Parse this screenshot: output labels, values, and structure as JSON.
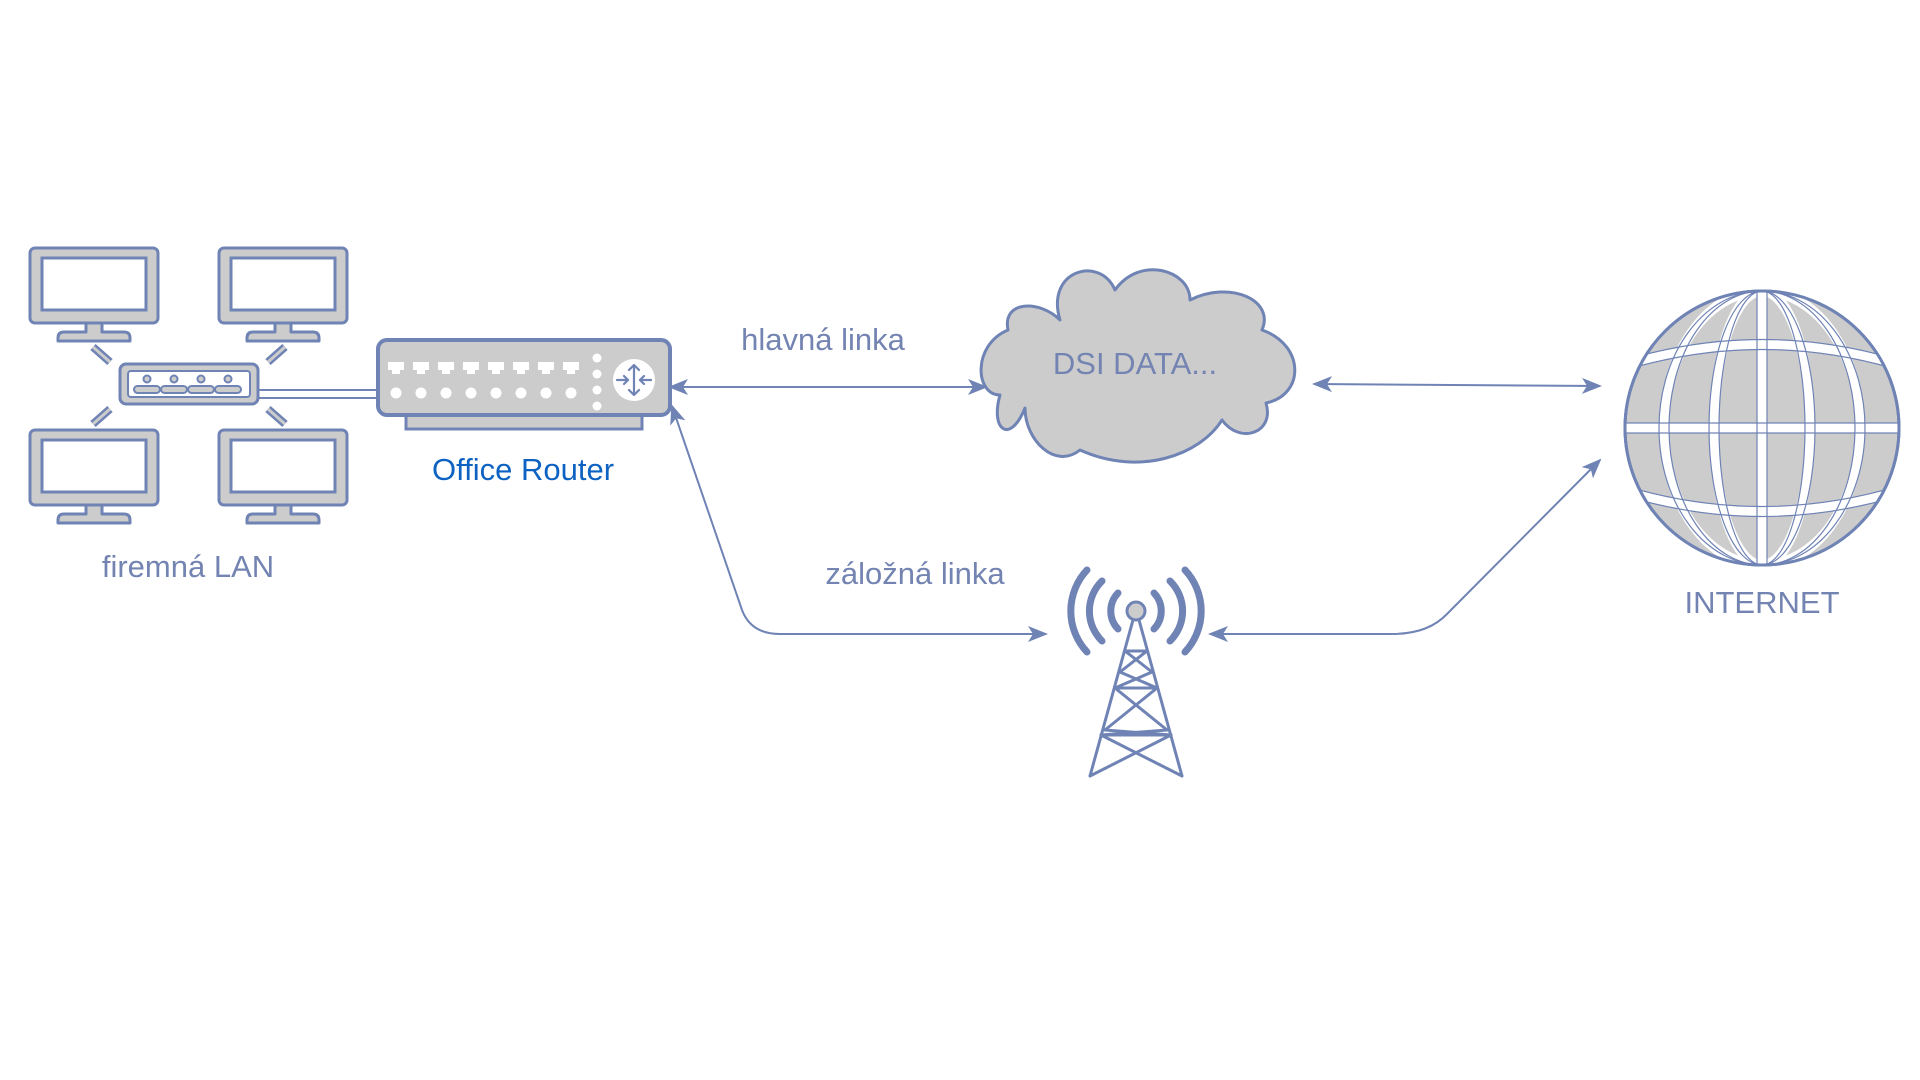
{
  "colors": {
    "stroke": "#6f83b5",
    "fill": "#cccccc",
    "text": "#7484b2",
    "router_label": "#0e62c2",
    "white": "#ffffff"
  },
  "icons": {
    "lan": "computer-monitor-icon",
    "switch": "network-switch-icon",
    "router": "router-icon",
    "cloud": "cloud-icon",
    "tower": "radio-tower-icon",
    "globe": "globe-icon"
  },
  "labels": {
    "lan": "firemná LAN",
    "router": "Office Router",
    "main_link": "hlavná linka",
    "backup_link": "záložná linka",
    "cloud": "DSI DATA...",
    "internet": "INTERNET"
  }
}
